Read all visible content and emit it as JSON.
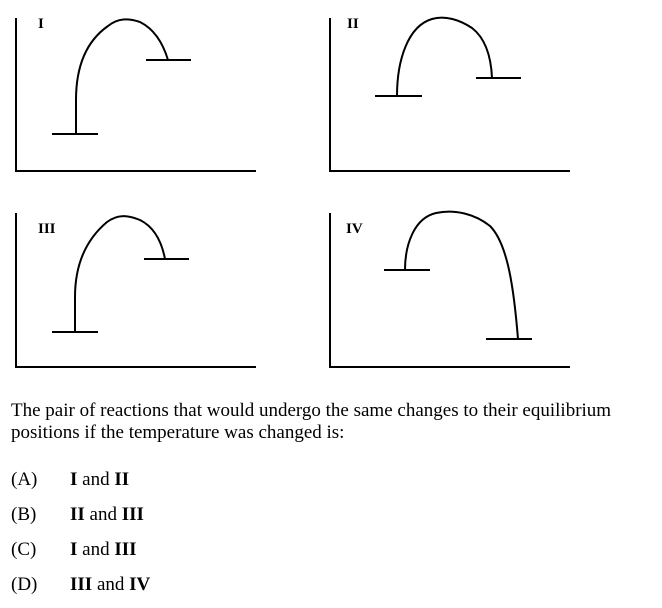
{
  "diagrams": [
    {
      "label": "I"
    },
    {
      "label": "II"
    },
    {
      "label": "III"
    },
    {
      "label": "IV"
    }
  ],
  "question": "The pair of reactions that would undergo the same changes to their equilibrium positions if the temperature was changed is:",
  "options": [
    {
      "letter": "(A)",
      "first": "I",
      "joiner": " and ",
      "second": "II"
    },
    {
      "letter": "(B)",
      "first": "II",
      "joiner": " and ",
      "second": "III"
    },
    {
      "letter": "(C)",
      "first": "I",
      "joiner": " and ",
      "second": "III"
    },
    {
      "letter": "(D)",
      "first": "III",
      "joiner": " and ",
      "second": "IV"
    }
  ]
}
